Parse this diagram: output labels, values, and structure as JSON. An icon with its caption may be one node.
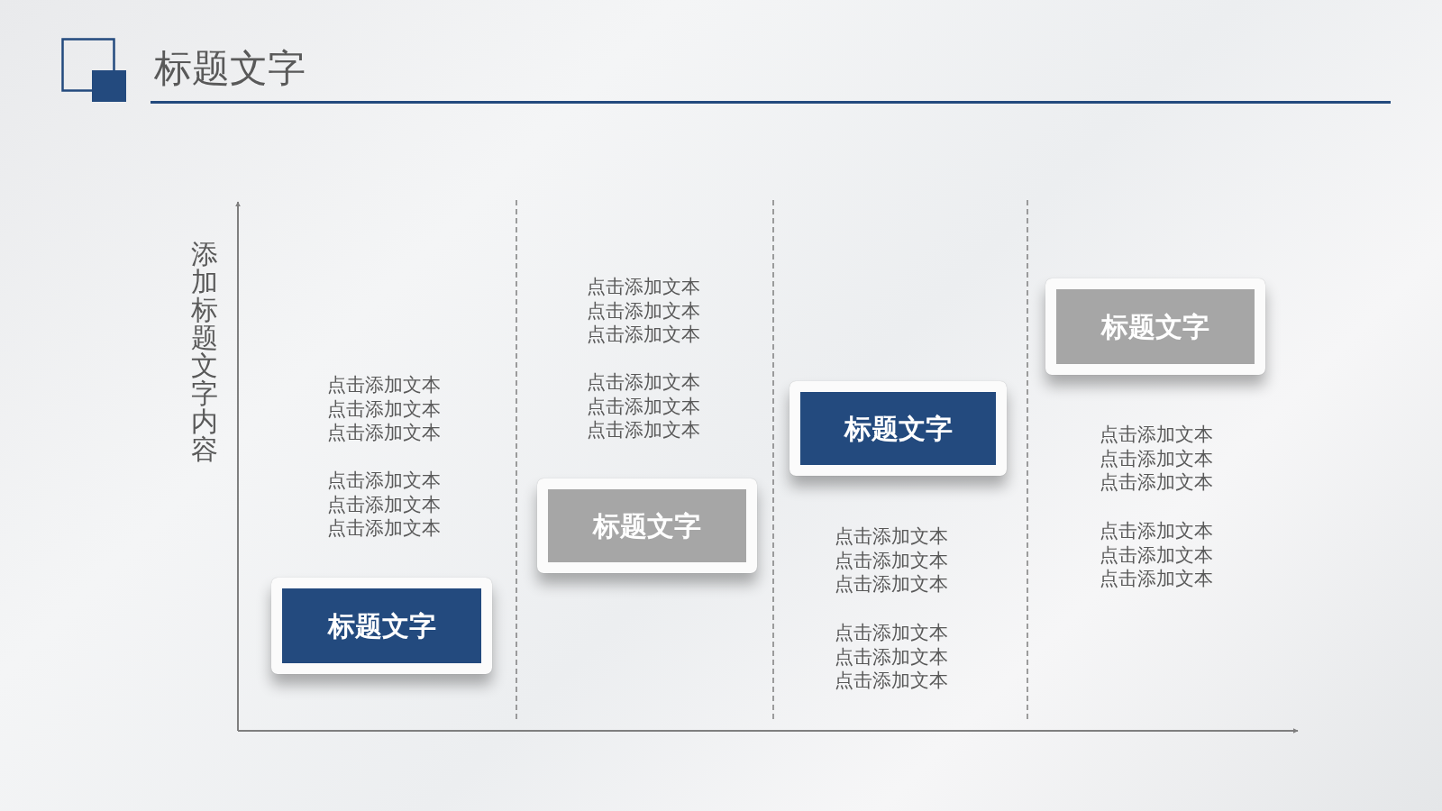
{
  "diagram": {
    "title": "标题文字",
    "nodes": [
      {
        "text": [
          "标题文字"
        ],
        "beside": [
          "点击添加文本",
          "点击添加文本",
          "点击添加文本",
          "点击添加文本",
          "点击添加文本",
          "点击添加文本"
        ]
      },
      {
        "text": [
          "标题文字"
        ],
        "beside": [
          "点击添加文本",
          "点击添加文本",
          "点击添加文本",
          "点击添加文本",
          "点击添加文本",
          "点击添加文本"
        ]
      },
      {
        "text": [
          "标题文字"
        ],
        "beside": [
          "点击添加文本",
          "点击添加文本",
          "点击添加文本",
          "点击添加文本",
          "点击添加文本",
          "点击添加文本"
        ]
      },
      {
        "text": [
          "标题文字"
        ],
        "beside": [
          "点击添加文本",
          "点击添加文本",
          "点击添加文本",
          "点击添加文本",
          "点击添加文本",
          "点击添加文本"
        ]
      }
    ],
    "labels": [
      "添加标题文字内容"
    ]
  }
}
